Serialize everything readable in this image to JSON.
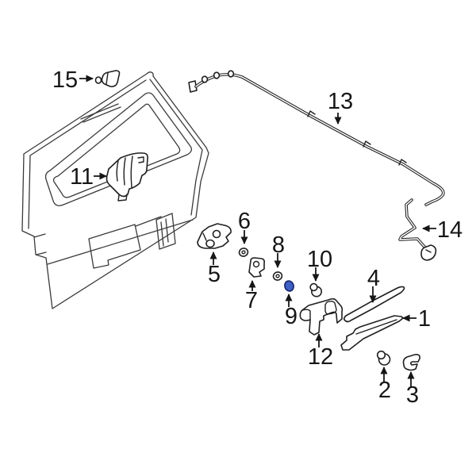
{
  "diagram": {
    "background_color": "#ffffff",
    "artwork_line_color": "#3a3a3a",
    "part_line_color": "#1f1f1f",
    "callout_text_color": "#161616",
    "highlighted_part": {
      "callout": "9",
      "fill_color": "#3e61c6",
      "outline_color": "#18246b"
    },
    "callouts": [
      {
        "label": "1"
      },
      {
        "label": "2"
      },
      {
        "label": "3"
      },
      {
        "label": "4"
      },
      {
        "label": "5"
      },
      {
        "label": "6"
      },
      {
        "label": "7"
      },
      {
        "label": "8"
      },
      {
        "label": "9"
      },
      {
        "label": "10"
      },
      {
        "label": "11"
      },
      {
        "label": "12"
      },
      {
        "label": "13"
      },
      {
        "label": "14"
      },
      {
        "label": "15"
      }
    ]
  }
}
